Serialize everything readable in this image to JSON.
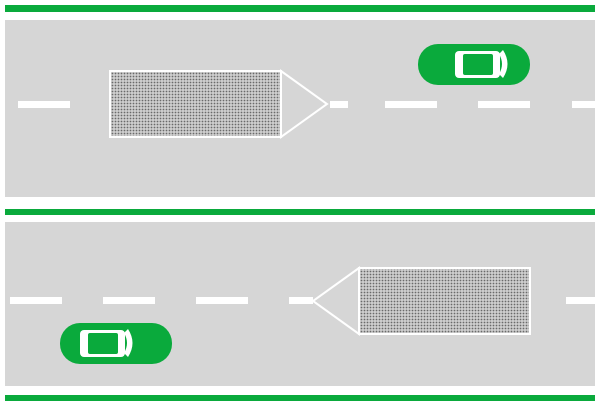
{
  "colors": {
    "background": "#ffffff",
    "road": "#d6d6d6",
    "road_edge": "#0aaa3c",
    "lane_marking": "#ffffff",
    "car_body": "#0aaa3c",
    "car_window": "#ffffff",
    "trailer_fill": "#8c8c8c",
    "trailer_outline": "#ffffff"
  },
  "scene": {
    "panels": [
      {
        "id": "upper-road",
        "vehicles": [
          {
            "type": "car",
            "icon": "car-icon",
            "heading": "right"
          },
          {
            "type": "truck",
            "icon": "truck-icon",
            "heading": "right"
          }
        ]
      },
      {
        "id": "lower-road",
        "vehicles": [
          {
            "type": "car",
            "icon": "car-icon",
            "heading": "right"
          },
          {
            "type": "truck",
            "icon": "truck-icon",
            "heading": "left"
          }
        ]
      }
    ]
  }
}
